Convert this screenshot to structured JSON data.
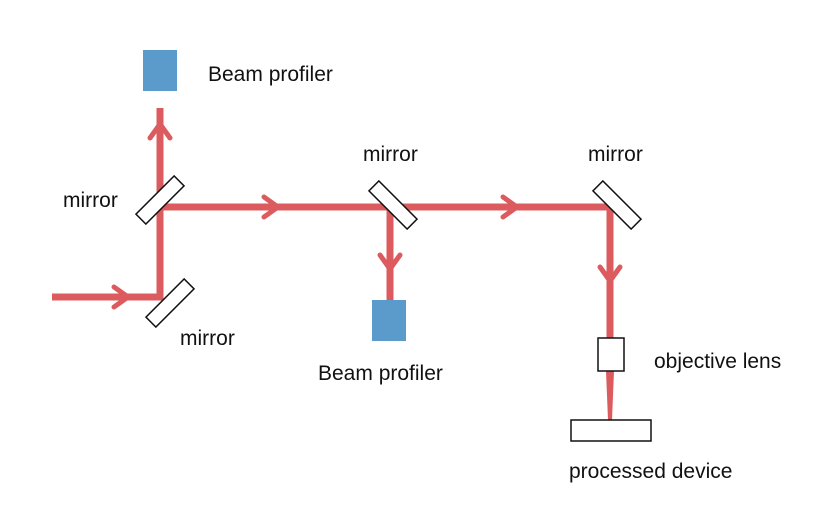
{
  "colors": {
    "beam": "#dc5b5f",
    "profiler": "#5b9bcc",
    "outline": "#111111",
    "background": "#ffffff"
  },
  "labels": {
    "profiler_top": "Beam profiler",
    "profiler_bottom": "Beam profiler",
    "mirror_upper_left": "mirror",
    "mirror_lower_left": "mirror",
    "mirror_middle": "mirror",
    "mirror_right": "mirror",
    "objective_lens": "objective lens",
    "processed_device": "processed device"
  }
}
